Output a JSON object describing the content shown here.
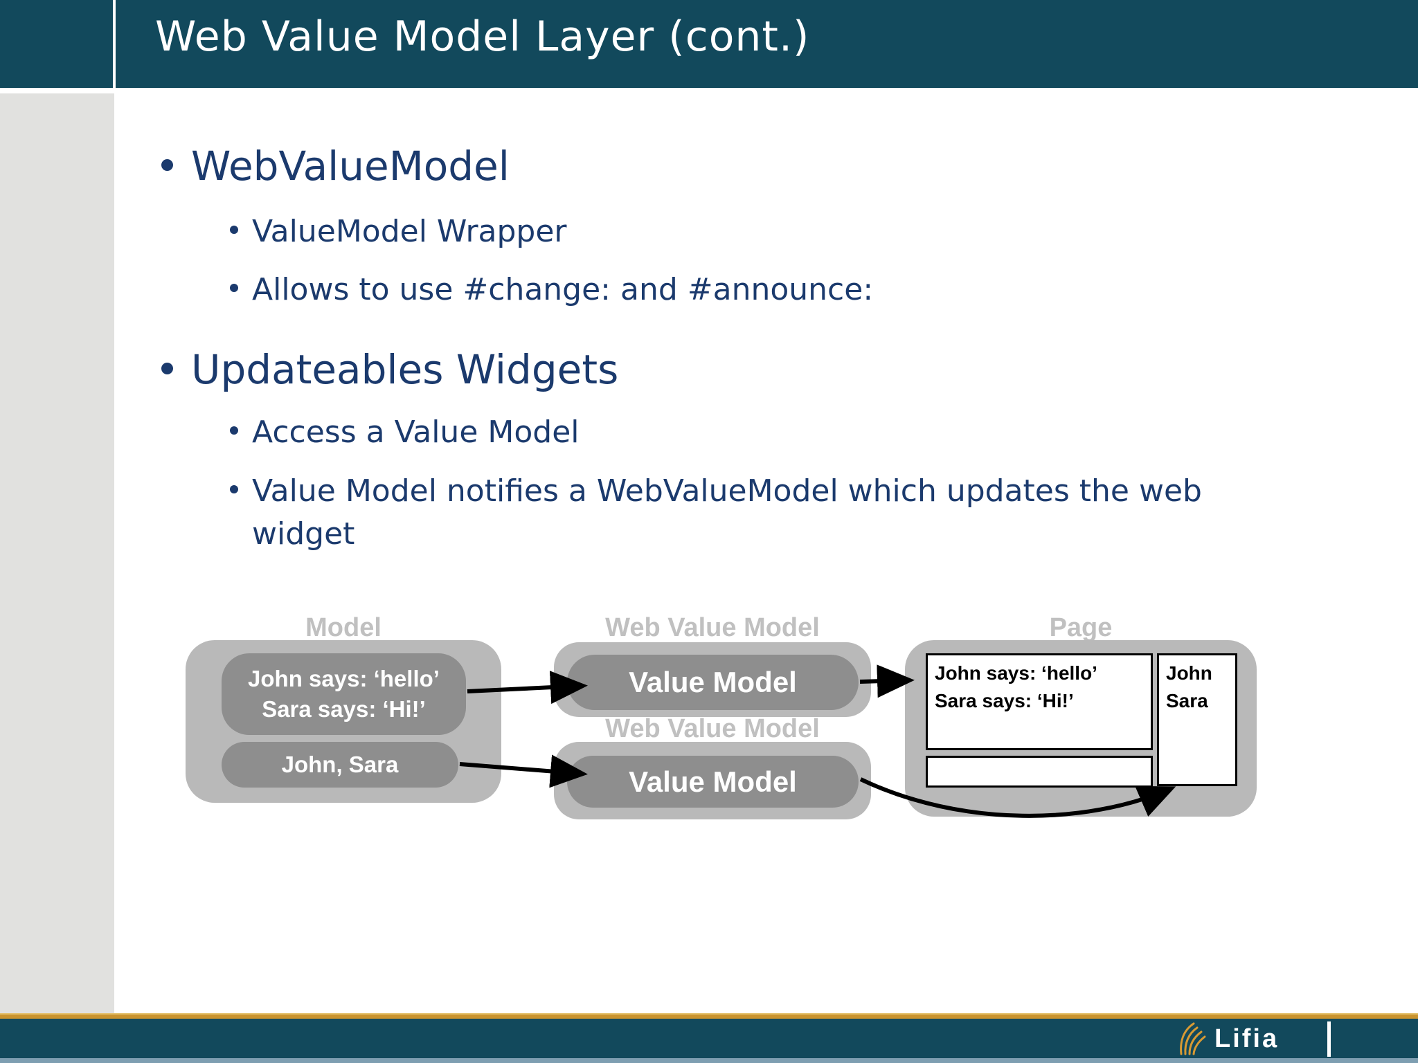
{
  "header": {
    "title": "Web Value Model Layer (cont.)"
  },
  "bullets": [
    {
      "label": "WebValueModel",
      "children": [
        "ValueModel Wrapper",
        "Allows to use #change: and #announce:"
      ]
    },
    {
      "label": "Updateables Widgets",
      "children": [
        "Access a Value Model",
        "Value Model notifies a WebValueModel which updates the web widget"
      ]
    }
  ],
  "diagram": {
    "column_labels": {
      "model": "Model",
      "web_value_model_1": "Web Value Model",
      "web_value_model_2": "Web Value Model",
      "page": "Page"
    },
    "model": {
      "pill1_line1": "John says: ‘hello’",
      "pill1_line2": "Sara says: ‘Hi!’",
      "pill2": "John, Sara"
    },
    "web_value_model": {
      "pill1": "Value Model",
      "pill2": "Value Model"
    },
    "page": {
      "textarea_line1": "John says: ‘hello’",
      "textarea_line2": "Sara says: ‘Hi!’",
      "list_item1": "John",
      "list_item2": "Sara"
    }
  },
  "footer": {
    "logo_text": "Lifia"
  },
  "colors": {
    "header_teal": "#12495C",
    "body_navy": "#1B3A6D",
    "strip_gray": "#E1E1DF",
    "box_gray": "#B9B9B9",
    "pill_gray": "#8E8E8E",
    "label_gray": "#C0C0C0",
    "gold": "#C9932E",
    "steel": "#7E9EB1"
  }
}
